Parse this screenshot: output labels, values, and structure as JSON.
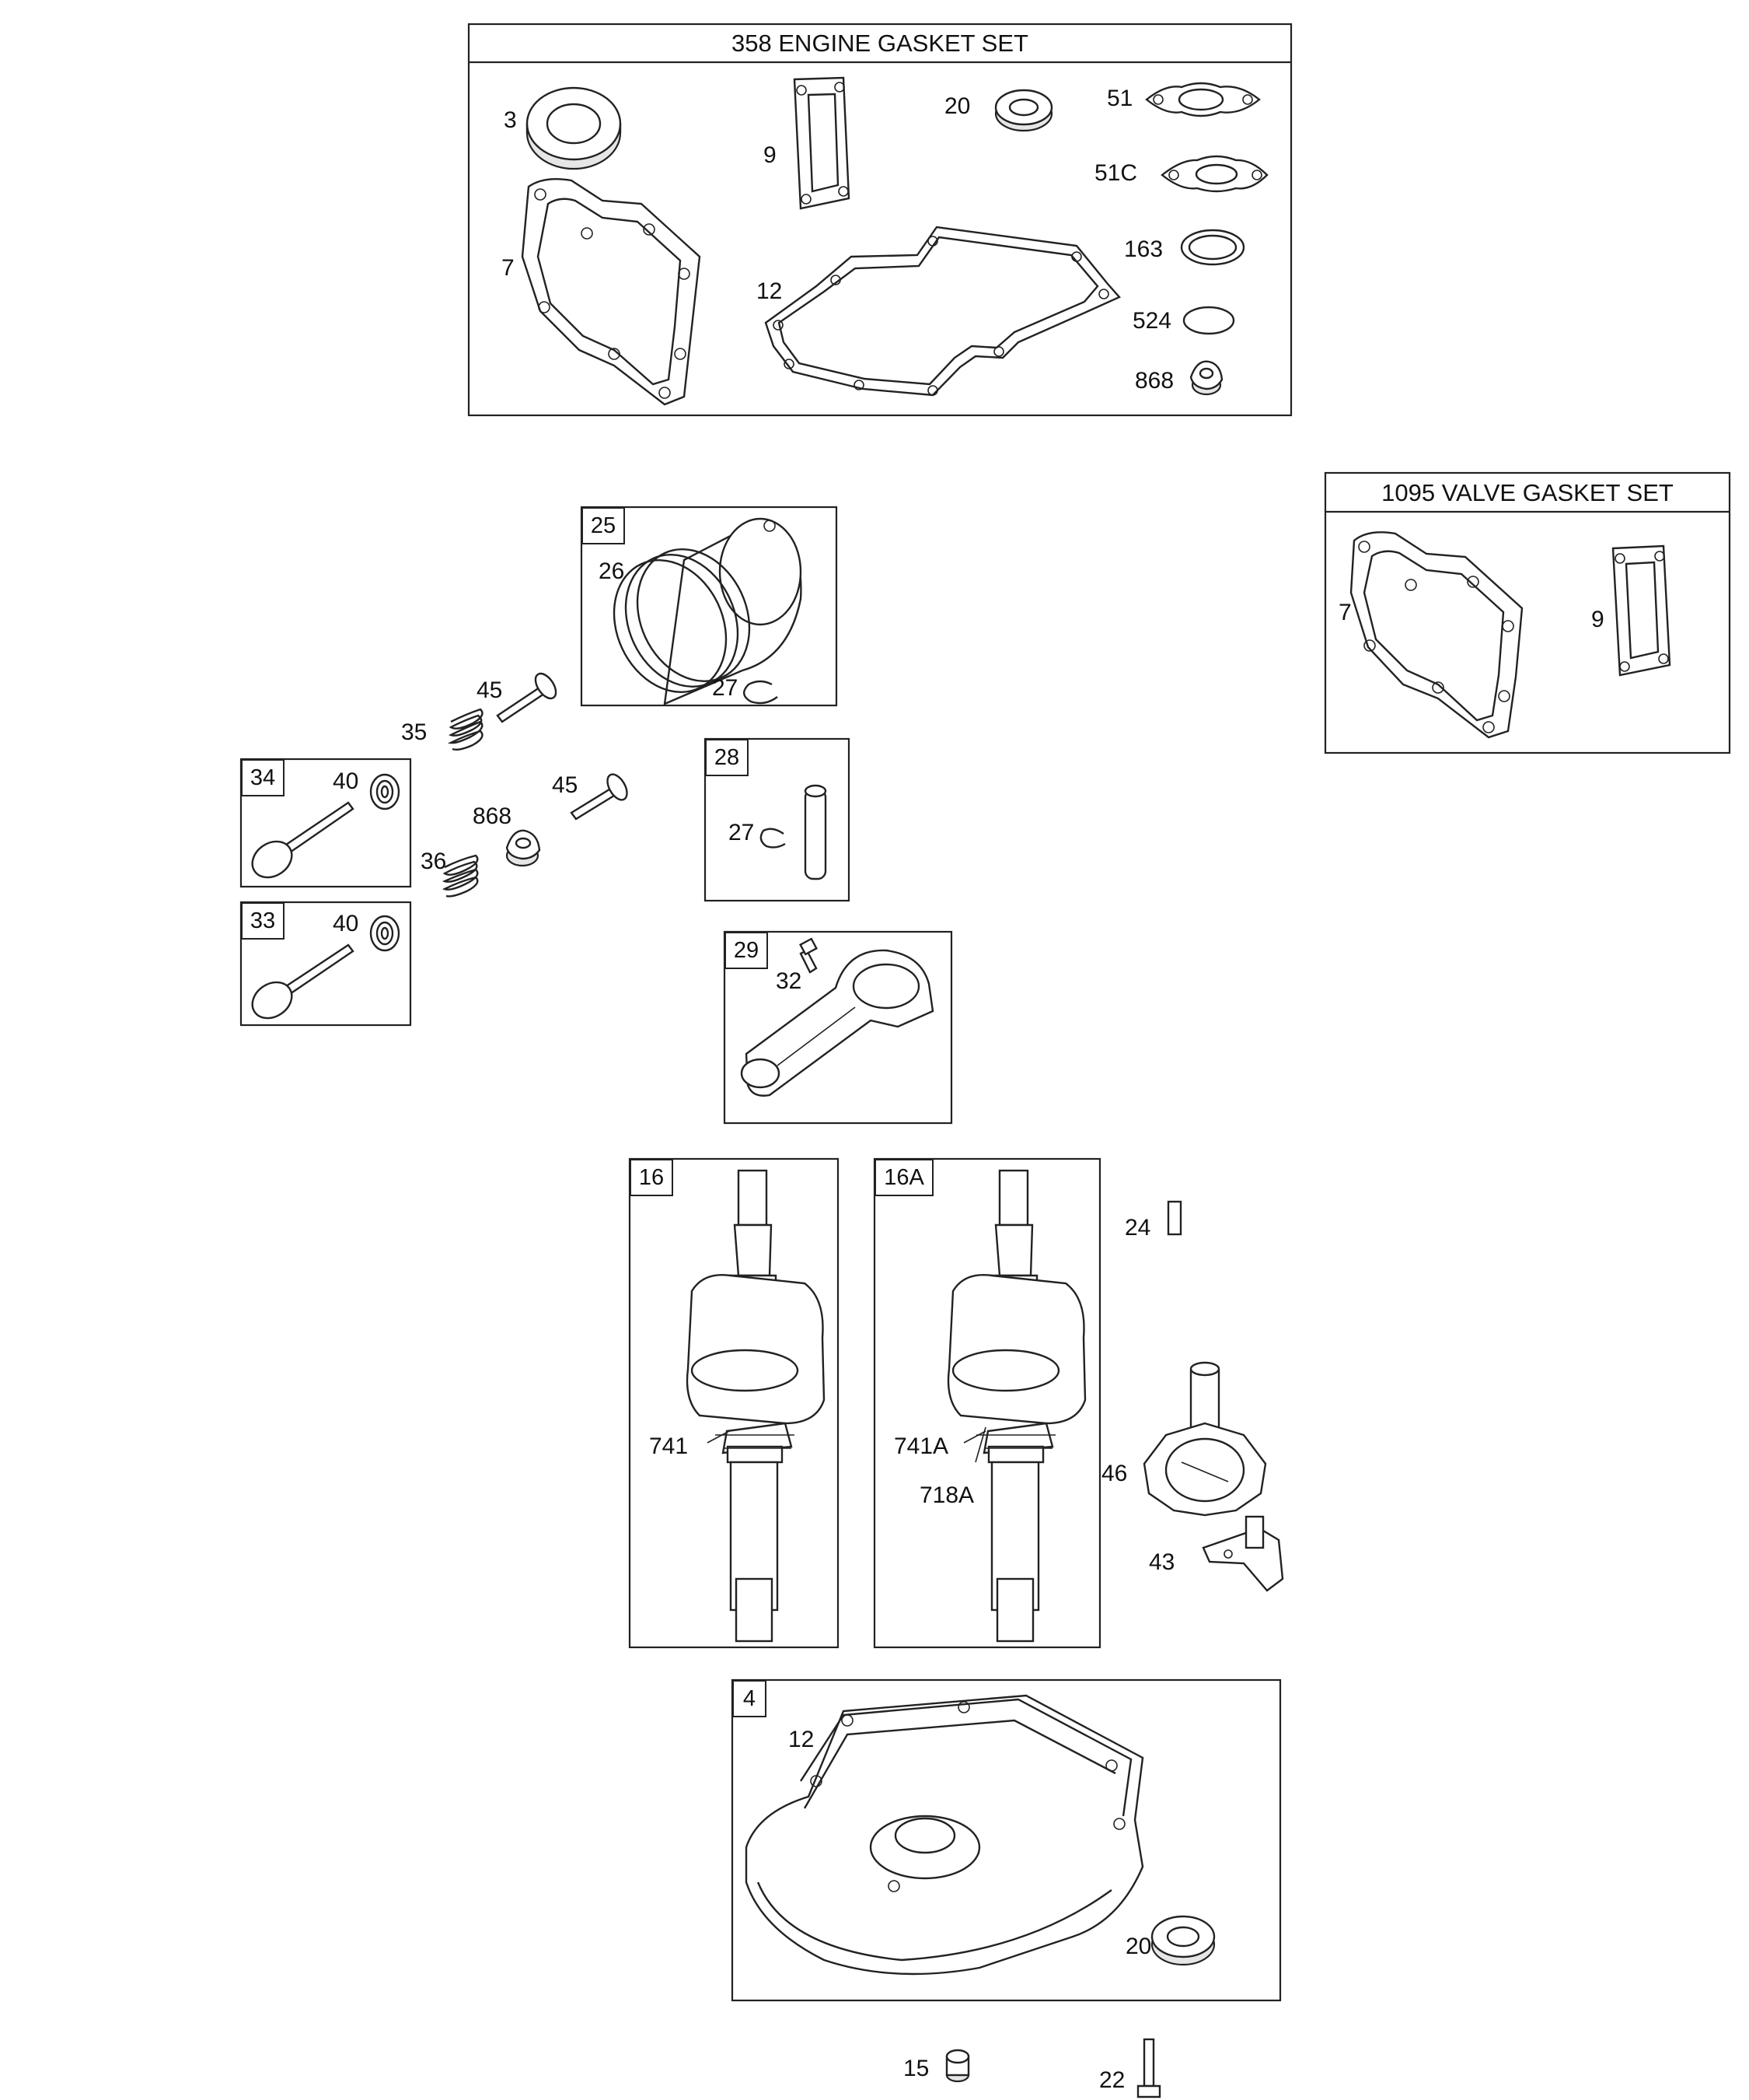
{
  "sets": {
    "engine_gasket_set": "358 ENGINE GASKET SET",
    "valve_gasket_set": "1095 VALVE GASKET SET"
  },
  "boxes": {
    "b25": "25",
    "b28": "28",
    "b29": "29",
    "b34": "34",
    "b33": "33",
    "b16": "16",
    "b16a": "16A",
    "b4": "4"
  },
  "labels": {
    "eg_3": "3",
    "eg_9": "9",
    "eg_20": "20",
    "eg_51": "51",
    "eg_51c": "51C",
    "eg_7": "7",
    "eg_12": "12",
    "eg_163": "163",
    "eg_524": "524",
    "eg_868": "868",
    "vg_7": "7",
    "vg_9": "9",
    "p26": "26",
    "p27a": "27",
    "p45a": "45",
    "p35": "35",
    "p40a": "40",
    "p868": "868",
    "p45b": "45",
    "p36": "36",
    "p40b": "40",
    "p27b": "27",
    "p32": "32",
    "p24": "24",
    "p741": "741",
    "p741a": "741A",
    "p718a": "718A",
    "p46": "46",
    "p43": "43",
    "p12": "12",
    "p20": "20",
    "p15": "15",
    "p22": "22"
  }
}
